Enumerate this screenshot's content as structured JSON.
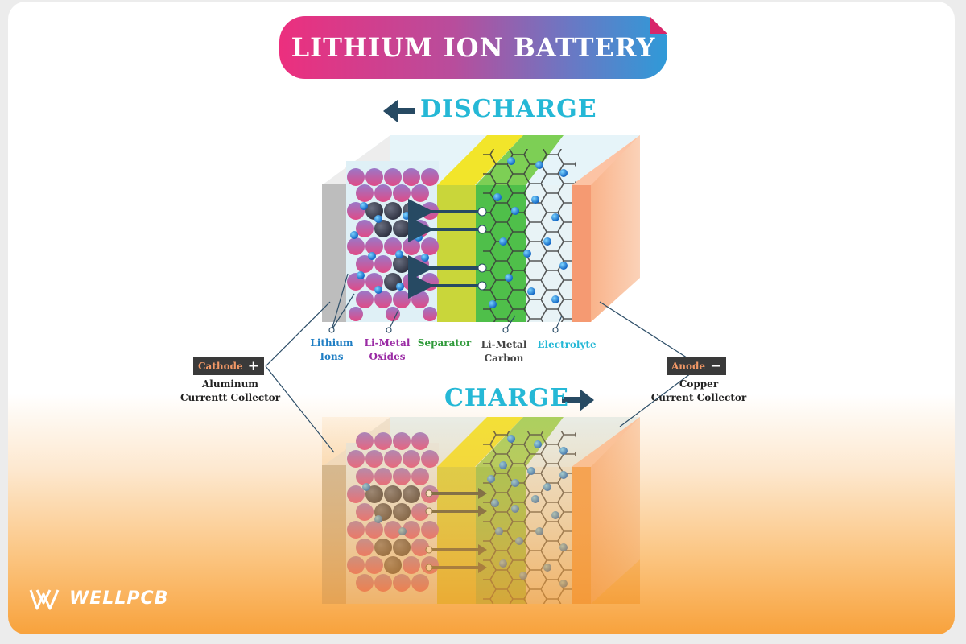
{
  "title": "LITHIUM ION BATTERY",
  "discharge_label": "DISCHARGE",
  "charge_label": "CHARGE",
  "components": {
    "lithium_ions": [
      "Lithium",
      "Ions"
    ],
    "li_metal_oxides": [
      "Li-Metal",
      "Oxides"
    ],
    "separator": "Separator",
    "li_metal_carbon": [
      "Li-Metal",
      "Carbon"
    ],
    "electrolyte": "Electrolyte"
  },
  "cathode": {
    "tag": "Cathode",
    "sign": "+",
    "collector": [
      "Aluminum",
      "Currentt Collector"
    ]
  },
  "anode": {
    "tag": "Anode",
    "sign": "−",
    "collector": [
      "Copper",
      "Current Collector"
    ]
  },
  "logo": "WELLPCB",
  "colors": {
    "title_gradient": [
      "#ec2f7e",
      "#2f9ad8"
    ],
    "phase_text": "#25b8d6",
    "arrow": "#274a63",
    "lithium_ions": "#1f7ec4",
    "li_metal_oxides": "#9a2aa4",
    "separator": "#2f9a3a",
    "li_metal_carbon": "#444444",
    "electrolyte": "#25b8d6",
    "tag_text": "#f29866"
  }
}
